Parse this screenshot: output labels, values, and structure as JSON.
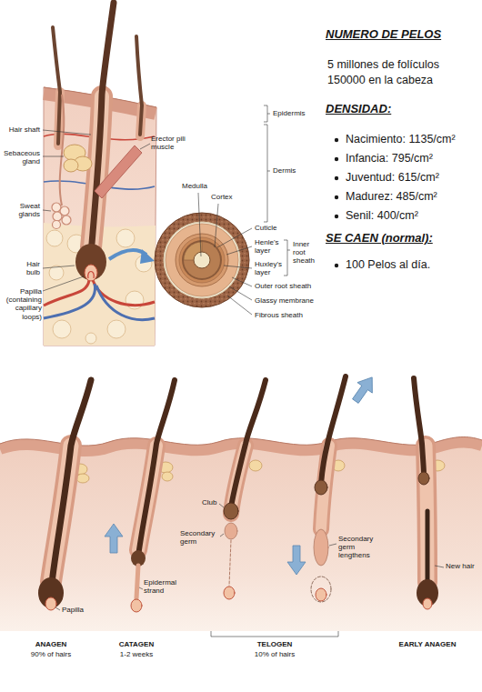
{
  "diagram": {
    "labels": [
      "NUMERO DE PELOS",
      "5 millones de folículos",
      "150000 en la cabeza",
      "DENSIDAD:",
      "Nacimiento: 1135/cm²",
      "Infancia: 795/cm²",
      "Juventud: 615/cm²",
      "Madurez: 485/cm²",
      "Senil: 400/cm²",
      "SE CAEN (normal):",
      "100 Pelos al día.",
      "Hair shaft",
      "Sebaceous gland",
      "Sweat glands",
      "Hair bulb",
      "Papilla (containing capillary loops)",
      "Erector pili muscle",
      "Epidermis",
      "Dermis",
      "Medulla",
      "Cortex",
      "Cuticle",
      "Henle's layer",
      "Huxley's layer",
      "Inner root sheath",
      "Outer root sheath",
      "Glassy membrane",
      "Fibrous sheath",
      "Club",
      "Secondary germ",
      "Secondary germ lengthens",
      "New hair",
      "Papilla",
      "Epidermal strand",
      "ANAGEN",
      "90% of hairs",
      "CATAGEN",
      "1-2 weeks",
      "TELOGEN",
      "10% of hairs",
      "EARLY ANAGEN"
    ]
  }
}
